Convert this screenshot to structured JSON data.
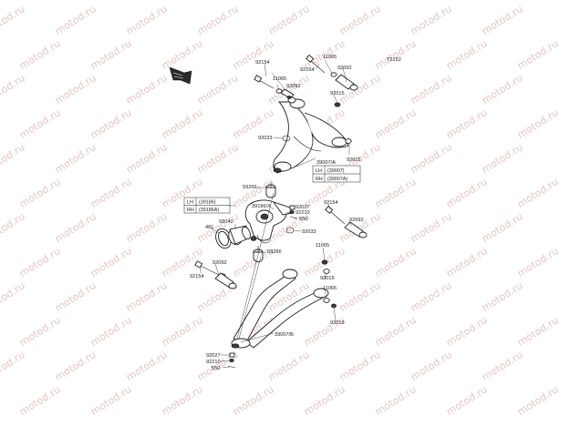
{
  "diagram_code": "T2152",
  "watermark_text": "motod.ru",
  "part_labels": {
    "p11065_a": "11065",
    "p92154_a": "92154",
    "p92154_b": "92154",
    "p11065_b": "11065",
    "p92092_a": "92092",
    "p92092_b": "92092",
    "p92015_a": "92015",
    "p92033_a": "92033",
    "p92015_b": "92015",
    "p39007a": "39007/A",
    "p59266_a": "59266",
    "p39186x": "39186/X",
    "p92027_a": "92027",
    "p92210_a": "92210",
    "p550_a": "550",
    "p92154_c": "92154",
    "p92092_c": "92092",
    "p92043": "92043",
    "p92033_b": "92033",
    "p481": "481",
    "p59266_b": "59266",
    "p11065_c": "11065",
    "p92092_d": "92092",
    "p92015_c": "92015",
    "p92154_d": "92154",
    "p11065_d": "11065",
    "p39007b": "39007/B",
    "p92015_d": "92015",
    "p92027_b": "92027",
    "p92210_b": "92210",
    "p550_b": "550"
  },
  "table_upper_arm": {
    "rows": [
      {
        "side": "LH",
        "part": "(39007)"
      },
      {
        "side": "RH",
        "part": "(39007A)"
      }
    ]
  },
  "table_knuckle": {
    "rows": [
      {
        "side": "LH",
        "part": "(39186)"
      },
      {
        "side": "RH",
        "part": "(39186A)"
      }
    ]
  },
  "colors": {
    "line": "#1e1e1e",
    "watermark": "#e6c6c6",
    "background": "#ffffff"
  },
  "icons": {
    "front_direction_icon": "front-arrow-icon"
  }
}
